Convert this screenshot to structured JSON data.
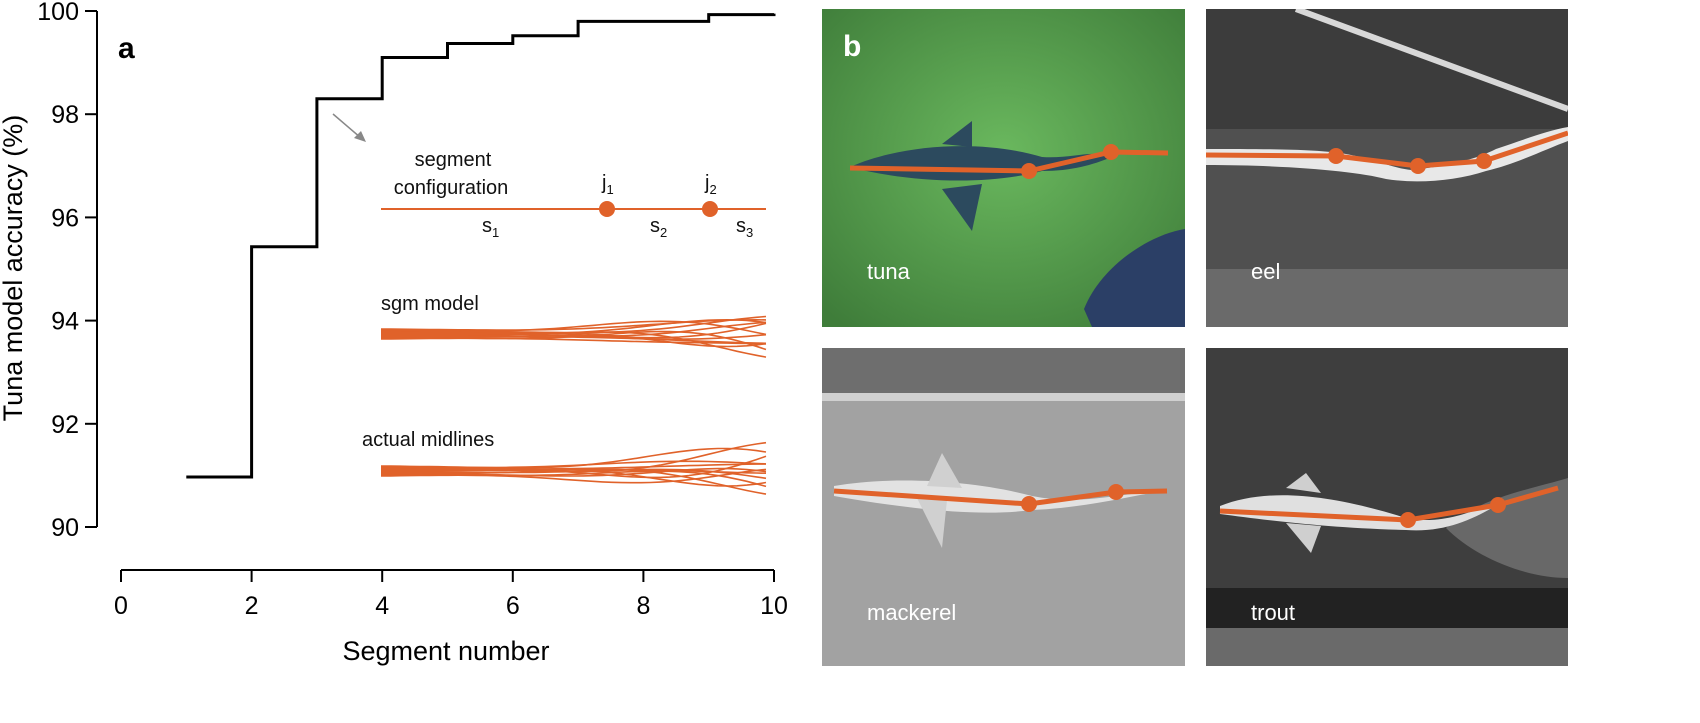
{
  "chart_data": {
    "type": "line",
    "panel_label": "a",
    "xlabel": "Segment number",
    "ylabel": "Tuna model accuracy (%)",
    "xlim": [
      0,
      10
    ],
    "ylim": [
      90,
      100
    ],
    "xticks": [
      "0",
      "2",
      "4",
      "6",
      "8",
      "10"
    ],
    "yticks": [
      "90",
      "92",
      "94",
      "96",
      "98",
      "100"
    ],
    "step_x": [
      1,
      2,
      3,
      4,
      5,
      6,
      7,
      9,
      10
    ],
    "step_y": [
      90.97,
      95.43,
      98.3,
      99.1,
      99.37,
      99.52,
      99.8,
      99.93,
      99.95
    ],
    "line_color": "#000000",
    "accent_color": "#E0622A",
    "inset": {
      "config_title_line1": "segment",
      "config_title_line2": "configuration",
      "joint1": "j",
      "joint1_sub": "1",
      "joint2": "j",
      "joint2_sub": "2",
      "seg1": "s",
      "seg1_sub": "1",
      "seg2": "s",
      "seg2_sub": "2",
      "seg3": "s",
      "seg3_sub": "3",
      "sgm_label": "sgm model",
      "actual_label": "actual midlines"
    }
  },
  "panel_b": {
    "label": "b",
    "images": [
      {
        "name": "tuna",
        "label": "tuna"
      },
      {
        "name": "eel",
        "label": "eel"
      },
      {
        "name": "mackerel",
        "label": "mackerel"
      },
      {
        "name": "trout",
        "label": "trout"
      }
    ]
  }
}
